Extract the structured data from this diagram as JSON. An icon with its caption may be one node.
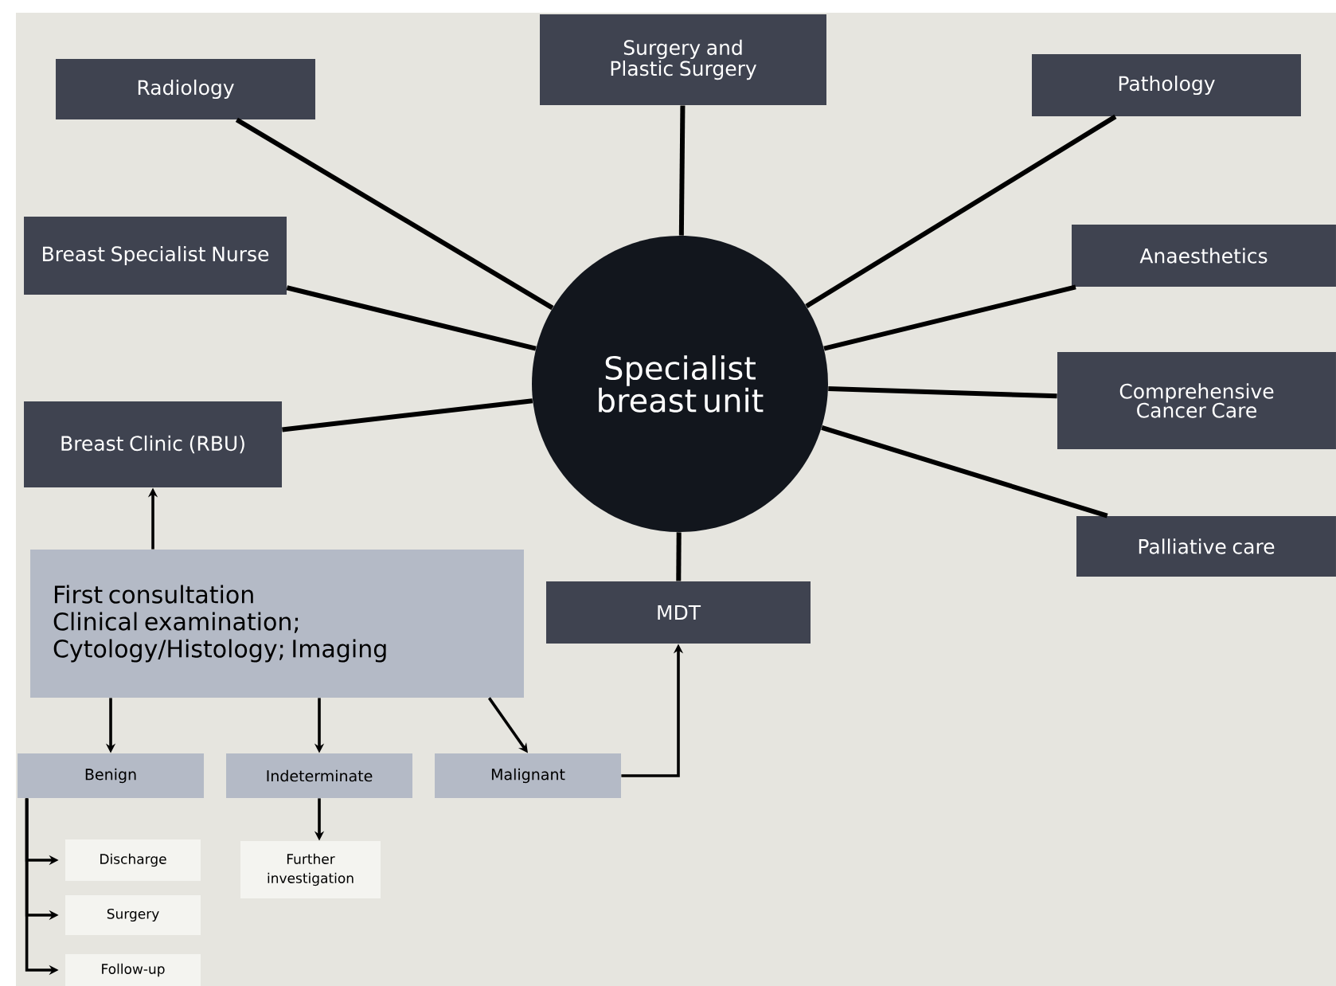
{
  "diagram": {
    "nodes": [
      {
        "text": [
          "Specialist breast unit"
        ]
      },
      {
        "text": [
          "Radiology"
        ]
      },
      {
        "text": [
          "Surgery and Plastic Surgery"
        ]
      },
      {
        "text": [
          "Pathology"
        ]
      },
      {
        "text": [
          "Breast Specialist Nurse"
        ]
      },
      {
        "text": [
          "Anaesthetics"
        ]
      },
      {
        "text": [
          "Breast Clinic (RBU)"
        ]
      },
      {
        "text": [
          "Comprehensive Cancer Care"
        ]
      },
      {
        "text": [
          "Palliative care"
        ]
      },
      {
        "text": [
          "MDT"
        ]
      },
      {
        "text": [
          "First consultation",
          "Clinical examination; Cytology/Histology; Imaging"
        ]
      },
      {
        "text": [
          "Benign"
        ]
      },
      {
        "text": [
          "Indeterminate"
        ]
      },
      {
        "text": [
          "Malignant"
        ]
      },
      {
        "text": [
          "Discharge"
        ]
      },
      {
        "text": [
          "Further investigation"
        ]
      },
      {
        "text": [
          "Surgery"
        ]
      },
      {
        "text": [
          "Follow-up"
        ]
      }
    ],
    "edges": [
      {
        "from": 0,
        "to": 1,
        "arrow": "none"
      },
      {
        "from": 0,
        "to": 2,
        "arrow": "none"
      },
      {
        "from": 0,
        "to": 3,
        "arrow": "none"
      },
      {
        "from": 0,
        "to": 4,
        "arrow": "none"
      },
      {
        "from": 0,
        "to": 5,
        "arrow": "none"
      },
      {
        "from": 0,
        "to": 6,
        "arrow": "none"
      },
      {
        "from": 0,
        "to": 7,
        "arrow": "none"
      },
      {
        "from": 0,
        "to": 8,
        "arrow": "none"
      },
      {
        "from": 0,
        "to": 9,
        "arrow": "none"
      },
      {
        "from": 10,
        "to": 6,
        "arrow": "to"
      },
      {
        "from": 10,
        "to": 11,
        "arrow": "to"
      },
      {
        "from": 10,
        "to": 12,
        "arrow": "to"
      },
      {
        "from": 10,
        "to": 13,
        "arrow": "to"
      },
      {
        "from": 12,
        "to": 15,
        "arrow": "to"
      },
      {
        "from": 13,
        "to": 9,
        "arrow": "to"
      },
      {
        "from": 11,
        "to": 14,
        "arrow": "to"
      },
      {
        "from": 11,
        "to": 16,
        "arrow": "to"
      },
      {
        "from": 11,
        "to": 17,
        "arrow": "to"
      }
    ]
  }
}
